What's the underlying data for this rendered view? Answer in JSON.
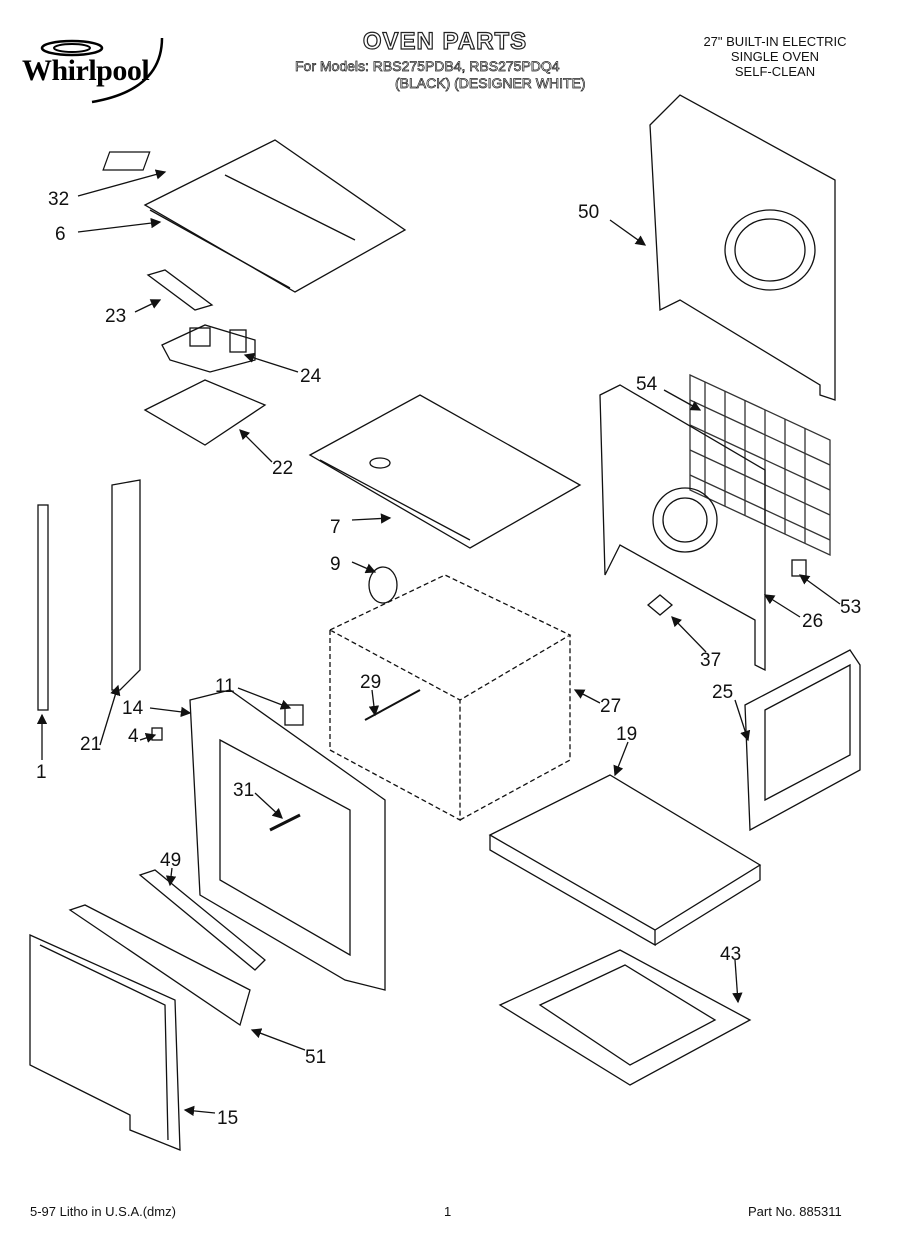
{
  "header": {
    "brand": "Whirlpool",
    "title": "OVEN PARTS",
    "models_line1": "For Models: RBS275PDB4, RBS275PDQ4",
    "models_line2": "(BLACK)   (DESIGNER WHITE)",
    "spec_line1": "27\" BUILT-IN ELECTRIC",
    "spec_line2": "SINGLE OVEN",
    "spec_line3": "SELF-CLEAN"
  },
  "footer": {
    "litho": "5-97 Litho in U.S.A.(dmz)",
    "page": "1",
    "part_no": "Part No. 885311"
  },
  "callouts": [
    "32",
    "6",
    "23",
    "24",
    "22",
    "50",
    "54",
    "7",
    "9",
    "53",
    "26",
    "37",
    "29",
    "27",
    "11",
    "14",
    "4",
    "21",
    "1",
    "25",
    "19",
    "31",
    "49",
    "43",
    "51",
    "15"
  ],
  "colors": {
    "ink": "#111111",
    "paper": "#ffffff",
    "grid": "#333333"
  },
  "icons": [
    "whirlpool-logo-icon",
    "leader-arrow-icon"
  ]
}
